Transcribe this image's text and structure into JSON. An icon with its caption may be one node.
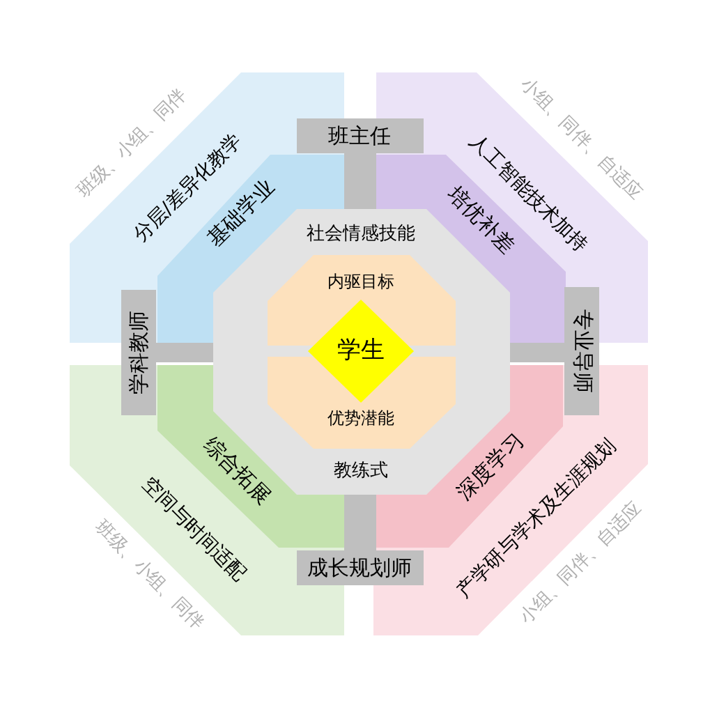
{
  "diagram": {
    "nodes": [
      {
        "text": [
          "班主任"
        ]
      },
      {
        "text": [
          "分层/差异化教学",
          "班级、小组、同伴"
        ]
      },
      {
        "text": [
          "基础学业"
        ],
        "in": 1
      },
      {
        "text": [
          "人工智能技术加持",
          "小组、同伴、自适应"
        ]
      },
      {
        "text": [
          "培优补差"
        ],
        "in": 3
      },
      {
        "text": [
          "社会情感技能",
          "教练式"
        ]
      },
      {
        "text": [
          "内驱目标"
        ],
        "in": 5
      },
      {
        "text": [
          "学生"
        ],
        "in": 5
      },
      {
        "text": [
          "优势潜能"
        ],
        "in": 5
      },
      {
        "text": [
          "学科教师"
        ]
      },
      {
        "text": [
          "专业导师"
        ]
      },
      {
        "text": [
          "空间与时间适配",
          "班级、小组、同伴"
        ]
      },
      {
        "text": [
          "综合拓展"
        ],
        "in": 11
      },
      {
        "text": [
          "产学研与学术及生涯规划",
          "小组、同伴、自适应"
        ]
      },
      {
        "text": [
          "深度学习"
        ],
        "in": 13
      },
      {
        "text": [
          "成长规划师"
        ]
      }
    ],
    "edges": []
  }
}
